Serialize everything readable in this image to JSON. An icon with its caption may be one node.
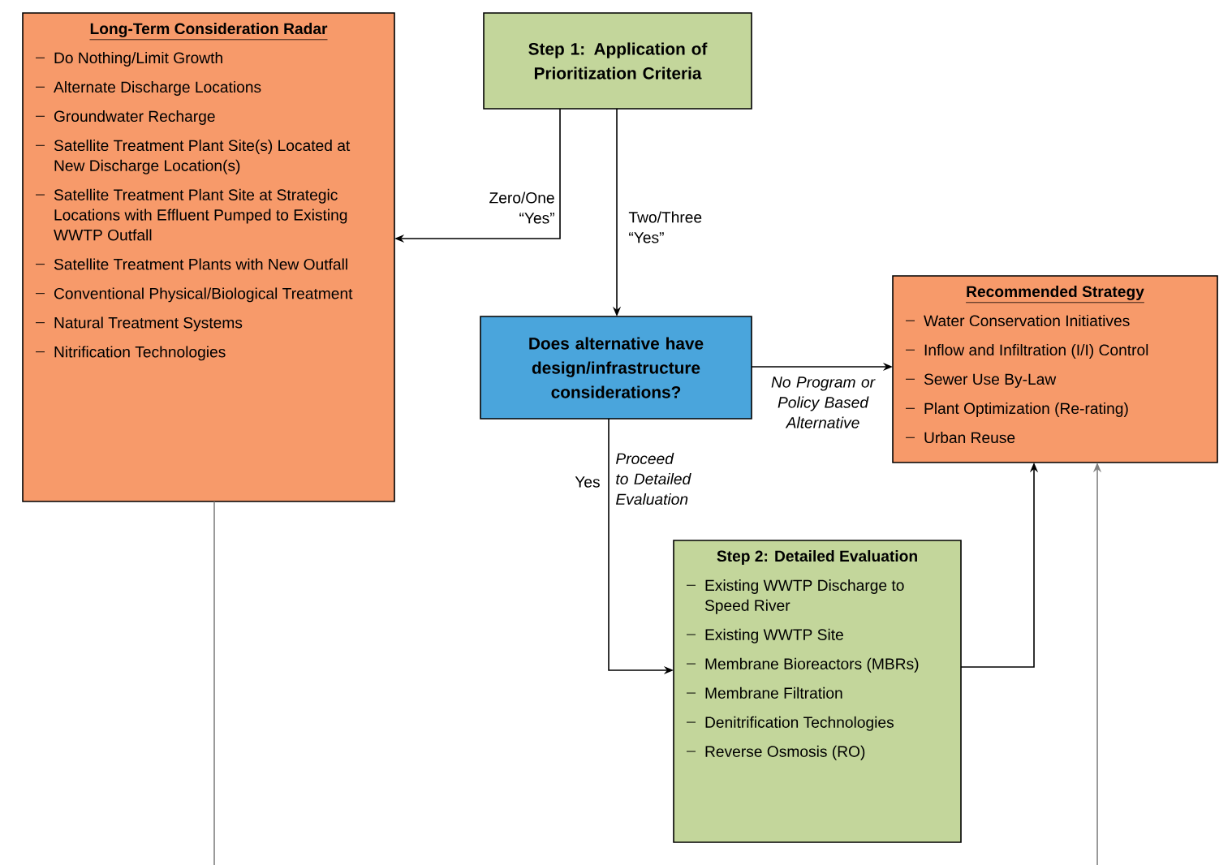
{
  "diagram": {
    "nodes": [
      {
        "text": [
          "Long-Term Consideration Radar",
          "Do Nothing/Limit Growth",
          "Alternate Discharge Locations",
          "Groundwater Recharge",
          "Satellite Treatment Plant Site(s) Located at New Discharge Location(s)",
          "Satellite Treatment Plant Site at Strategic Locations with Effluent Pumped to Existing WWTP Outfall",
          "Satellite Treatment Plants with New Outfall",
          "Conventional Physical/Biological Treatment",
          "Natural Treatment Systems",
          "Nitrification Technologies"
        ]
      },
      {
        "text": [
          "Step 1: Application of Prioritization Criteria"
        ]
      },
      {
        "text": [
          "Does alternative have design/infrastructure considerations?"
        ]
      },
      {
        "text": [
          "Recommended Strategy",
          "Water Conservation Initiatives",
          "Inflow and Infiltration (I/I) Control",
          "Sewer Use By-Law",
          "Plant Optimization (Re-rating)",
          "Urban Reuse"
        ]
      },
      {
        "text": [
          "Step 2: Detailed Evaluation",
          "Existing WWTP Discharge to Speed River",
          "Existing WWTP Site",
          "Membrane Bioreactors (MBRs)",
          "Membrane Filtration",
          "Denitrification Technologies",
          "Reverse Osmosis (RO)"
        ]
      }
    ],
    "edges": [
      {
        "from": 1,
        "to": 0,
        "arrow": "to",
        "label": "Zero/One “Yes”"
      },
      {
        "from": 1,
        "to": 2,
        "arrow": "to",
        "label": "Two/Three “Yes”"
      },
      {
        "from": 2,
        "to": 3,
        "arrow": "to",
        "label": "No Program or Policy Based Alternative"
      },
      {
        "from": 2,
        "to": 4,
        "arrow": "to",
        "label": "Yes"
      },
      {
        "from": 4,
        "to": 3,
        "arrow": "to"
      },
      {
        "from": 0,
        "to": null,
        "arrow": "none",
        "color": "#808080"
      },
      {
        "from": null,
        "to": 3,
        "arrow": "to",
        "color": "#808080"
      }
    ],
    "labels": [
      "Proceed to Detailed Evaluation"
    ]
  }
}
